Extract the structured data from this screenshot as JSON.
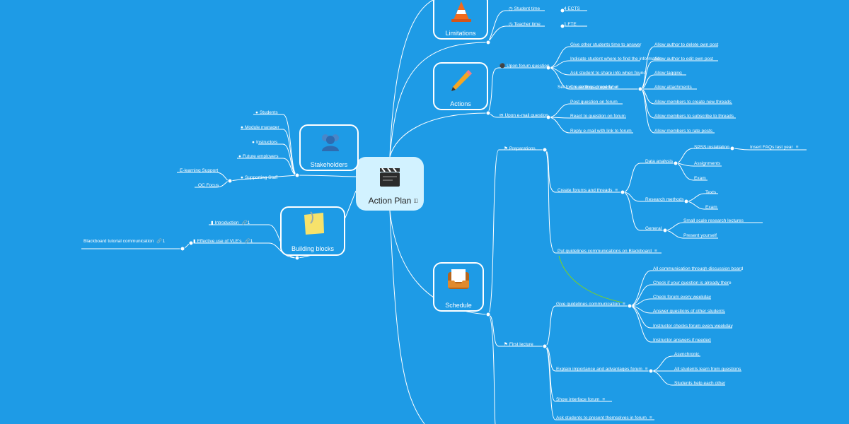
{
  "central": {
    "title": "Action Plan"
  },
  "topics": {
    "limitations": "Limitations",
    "actions": "Actions",
    "stakeholders": "Stakeholders",
    "building_blocks": "Building blocks",
    "schedule": "Schedule"
  },
  "limitations": {
    "student_time": "Student time",
    "student_time_val": "4 ECTS",
    "teacher_time": "Teacher time",
    "teacher_time_val": "1 FTE"
  },
  "actions": {
    "upon_forum": "Upon forum question",
    "upon_email": "Upon e-mail question",
    "forum_items": [
      "Give other students time to answer",
      "Indicate student where to find the information",
      "Ask student to share info when found",
      "Set forum settings properly"
    ],
    "forum_items_overlap": "Create thread and label",
    "email_items": [
      "Post question on forum",
      "React to question on forum",
      "Reply e-mail with link to forum"
    ],
    "settings": [
      "Allow author to delete own post",
      "Allow author to edit own post",
      "Allow tagging",
      "Allow attachments",
      "Allow members to create new threads",
      "Allow members to subscribe to threads",
      "Allow members to rate posts"
    ]
  },
  "stakeholders": {
    "items": [
      "Students",
      "Module manager",
      "Instructors",
      "Future employers",
      "Supporting Staff"
    ],
    "support_items": [
      "E-learning Support",
      "OC Focus"
    ]
  },
  "building_blocks": {
    "introduction": "Introduction",
    "introduction_count": "1",
    "effective": "Effective use of VLE's",
    "effective_count": "1",
    "blackboard": "Blackboard tutorial communication",
    "blackboard_count": "1"
  },
  "schedule": {
    "preparations": "Preparations",
    "create_forums": "Create forums and threads",
    "data_analysis": "Data analysis",
    "spss": "SPSS installation",
    "insert_faqs": "Insert FAQs last year",
    "assignments": "Assignments",
    "exam": "Exam",
    "research_methods": "Research methods",
    "texts": "Texts",
    "rm_exam": "Exam",
    "general": "General",
    "small_scale": "Small scale research lectures",
    "present": "Present yourself",
    "put_guidelines": "Put guidelines communications on Blackboard",
    "first_lecture": "First lecture",
    "give_guidelines": "Give guidelines communication",
    "guideline_items": [
      "All communication through discussion board",
      "Check if your question is already there",
      "Check forum every weekday",
      "Answer questions of other students",
      "Instructor checks forum every weekday",
      "Instructor answers if needed"
    ],
    "explain": "Explain importance and advantages forum",
    "explain_items": [
      "Asynchronic",
      "All students learn from questions",
      "Students help each other"
    ],
    "show_interface": "Show interface forum",
    "ask_present": "Ask students to present themselves in forum"
  }
}
